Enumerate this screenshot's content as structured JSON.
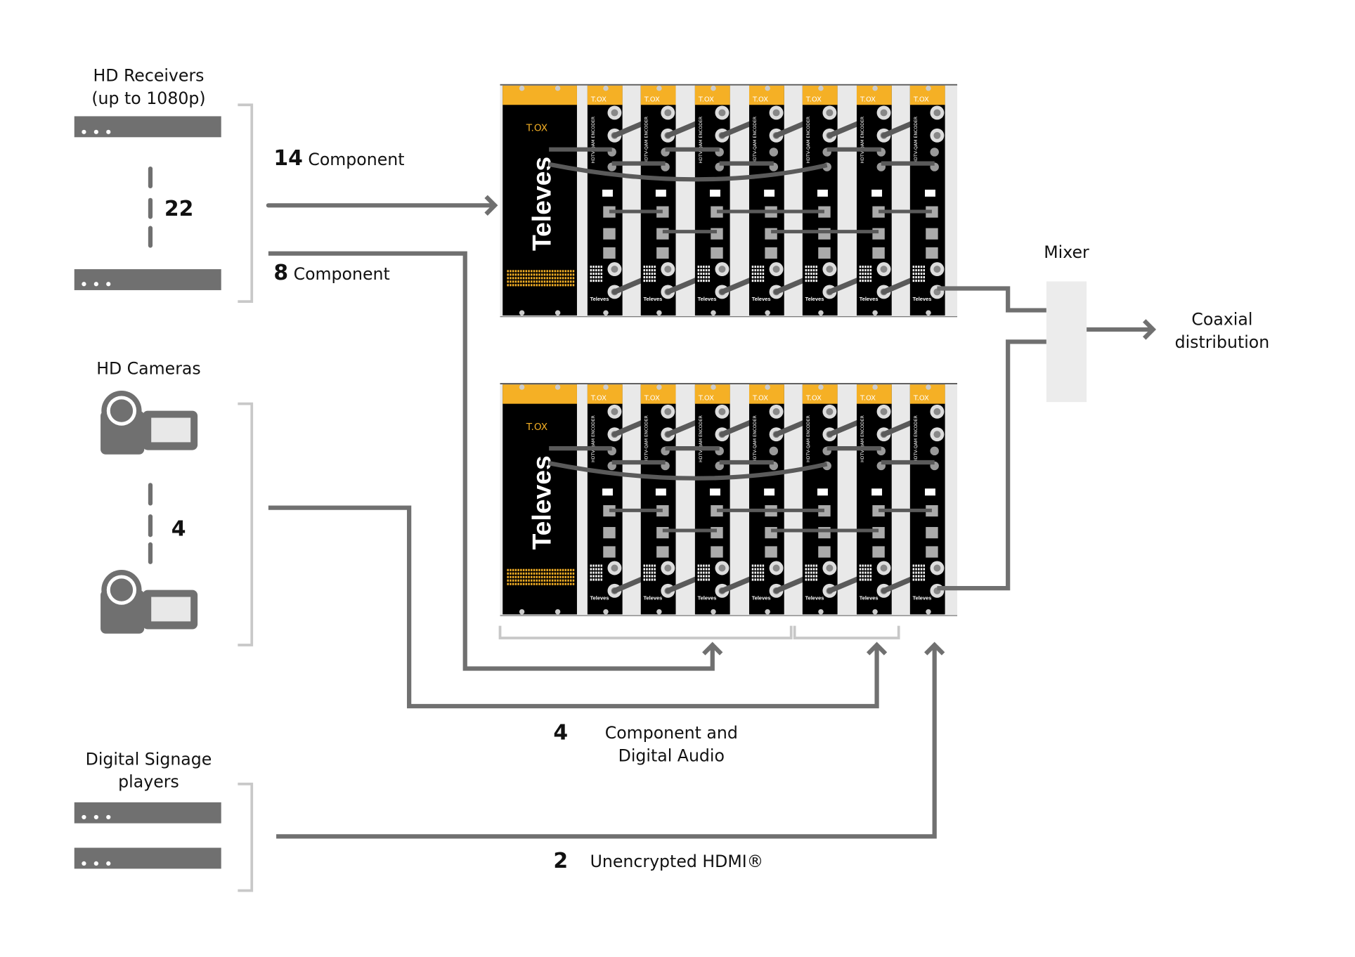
{
  "sources": {
    "receivers": {
      "title_line1": "HD Receivers",
      "title_line2": "(up to 1080p)",
      "count": "22"
    },
    "cameras": {
      "title": "HD Cameras",
      "count": "4"
    },
    "signage": {
      "title_line1": "Digital Signage",
      "title_line2": "players"
    }
  },
  "links": {
    "component14": {
      "count": "14",
      "label": "Component"
    },
    "component8": {
      "count": "8",
      "label": "Component"
    },
    "component_audio": {
      "count": "4",
      "label_line1": "Component and",
      "label_line2": "Digital Audio"
    },
    "hdmi": {
      "count": "2",
      "label": "Unencrypted HDMI®"
    }
  },
  "mixer": {
    "label": "Mixer"
  },
  "output": {
    "label_line1": "Coaxial",
    "label_line2": "distribution"
  },
  "rack": {
    "brand": "Televes",
    "series_logo": "T.OX",
    "module_label": "HDTV-QAM ENCODER",
    "modules_per_rack": 7
  },
  "colors": {
    "accent": "#f5b025",
    "line": "#707070",
    "bracket": "#c8c8c8",
    "mixer": "#ececec",
    "panel": "#000000"
  }
}
